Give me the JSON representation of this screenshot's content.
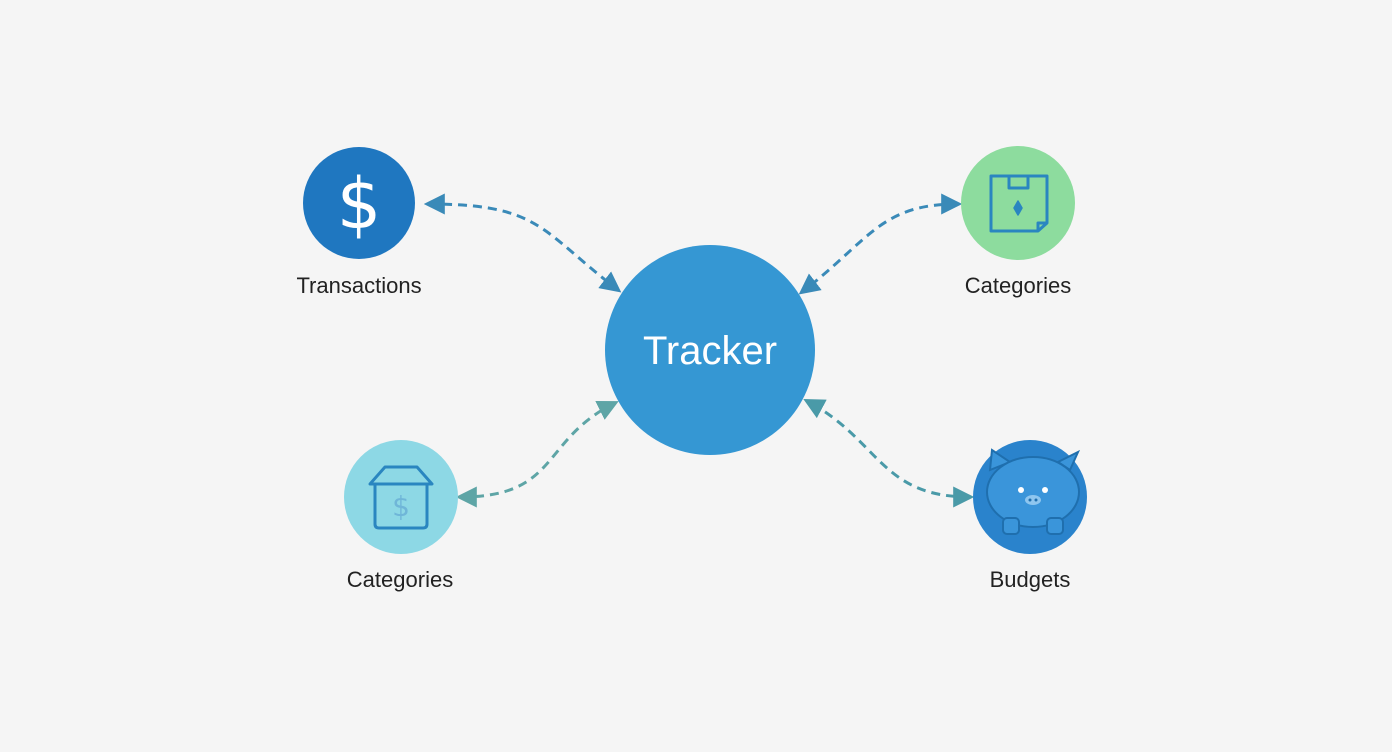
{
  "center": {
    "label": "Tracker",
    "color": "#3597d3"
  },
  "nodes": [
    {
      "id": "transactions",
      "label": "Transactions",
      "icon": "dollar-sign-icon",
      "color": "#1f77c0"
    },
    {
      "id": "categories-top",
      "label": "Categories",
      "icon": "tagged-box-icon",
      "color": "#8ddc9e"
    },
    {
      "id": "categories-bottom",
      "label": "Categories",
      "icon": "money-house-icon",
      "color": "#8dd8e5"
    },
    {
      "id": "budgets",
      "label": "Budgets",
      "icon": "piggy-bank-icon",
      "color": "#2a83cc"
    }
  ],
  "edges": [
    {
      "from": "transactions",
      "to": "center",
      "style": "dashed",
      "direction": "both",
      "color": "#3a8ab8"
    },
    {
      "from": "categories-top",
      "to": "center",
      "style": "dashed",
      "direction": "both",
      "color": "#3a8ab8"
    },
    {
      "from": "categories-bottom",
      "to": "center",
      "style": "dashed",
      "direction": "both",
      "color": "#5ea5a6"
    },
    {
      "from": "budgets",
      "to": "center",
      "style": "dashed",
      "direction": "both",
      "color": "#4a9aa8"
    }
  ]
}
